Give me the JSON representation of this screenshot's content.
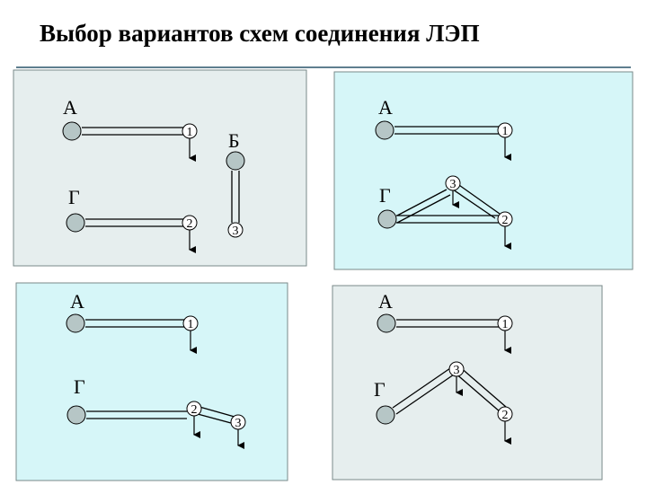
{
  "title": "Выбор вариантов схем соединения ЛЭП",
  "colors": {
    "panel_a": "#e6eeee",
    "panel_b": "#d6f6f8",
    "node": "#b6c6c6",
    "line": "#000000"
  },
  "panels": [
    {
      "nodes": {
        "a": "А",
        "g": "Г",
        "b": "Б"
      },
      "taps": [
        "1",
        "2",
        "3"
      ]
    },
    {
      "nodes": {
        "a": "А",
        "g": "Г"
      },
      "taps": [
        "1",
        "3",
        "2"
      ]
    },
    {
      "nodes": {
        "a": "А",
        "g": "Г"
      },
      "taps": [
        "1",
        "2",
        "3"
      ]
    },
    {
      "nodes": {
        "a": "А",
        "g": "Г"
      },
      "taps": [
        "1",
        "3",
        "2"
      ]
    }
  ]
}
